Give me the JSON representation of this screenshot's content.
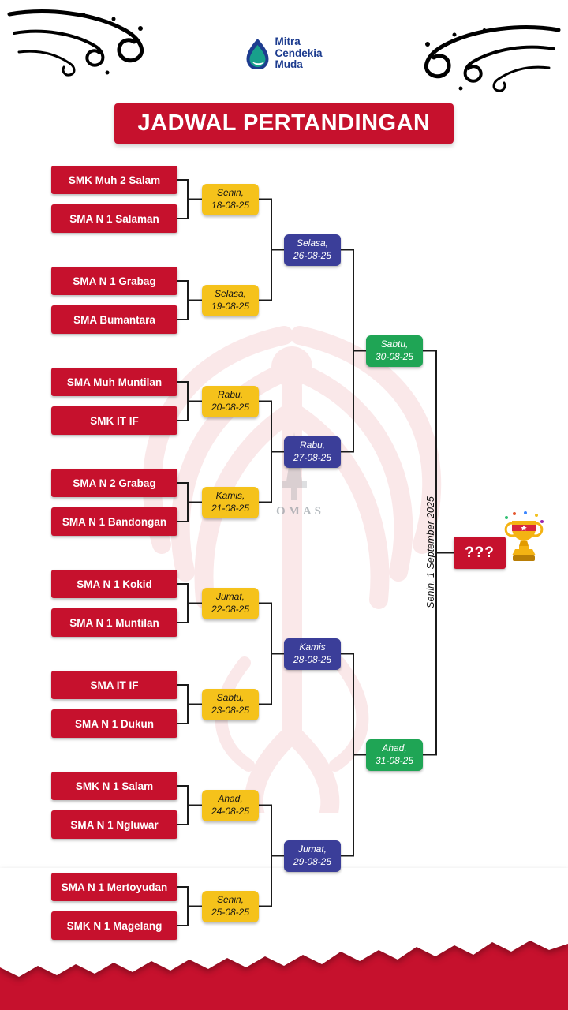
{
  "logo": {
    "line1": "Mitra",
    "line2": "Cendekia",
    "line3": "Muda"
  },
  "title": "JADWAL PERTANDINGAN",
  "rounds": {
    "round1": [
      {
        "team_a": "SMK Muh 2 Salam",
        "team_b": "SMA N 1 Salaman",
        "day": "Senin,",
        "date": "18-08-25"
      },
      {
        "team_a": "SMA N 1 Grabag",
        "team_b": "SMA Bumantara",
        "day": "Selasa,",
        "date": "19-08-25"
      },
      {
        "team_a": "SMA Muh Muntilan",
        "team_b": "SMK IT IF",
        "day": "Rabu,",
        "date": "20-08-25"
      },
      {
        "team_a": "SMA N 2 Grabag",
        "team_b": "SMA N 1 Bandongan",
        "day": "Kamis,",
        "date": "21-08-25"
      },
      {
        "team_a": "SMA N 1 Kokid",
        "team_b": "SMA N 1 Muntilan",
        "day": "Jumat,",
        "date": "22-08-25"
      },
      {
        "team_a": "SMA IT IF",
        "team_b": "SMA N 1 Dukun",
        "day": "Sabtu,",
        "date": "23-08-25"
      },
      {
        "team_a": "SMK N 1 Salam",
        "team_b": "SMA N 1 Ngluwar",
        "day": "Ahad,",
        "date": "24-08-25"
      },
      {
        "team_a": "SMA N 1 Mertoyudan",
        "team_b": "SMK N 1 Magelang",
        "day": "Senin,",
        "date": "25-08-25"
      }
    ],
    "round2": [
      {
        "day": "Selasa,",
        "date": "26-08-25"
      },
      {
        "day": "Rabu,",
        "date": "27-08-25"
      },
      {
        "day": "Kamis",
        "date": "28-08-25"
      },
      {
        "day": "Jumat,",
        "date": "29-08-25"
      }
    ],
    "semifinal": [
      {
        "day": "Sabtu,",
        "date": "30-08-25"
      },
      {
        "day": "Ahad,",
        "date": "31-08-25"
      }
    ],
    "final": {
      "placeholder": "???",
      "date": "Senin, 1 September 2025"
    }
  },
  "watermark_text": "OMAS",
  "colors": {
    "red": "#C6112D",
    "yellow": "#F5C21B",
    "blue": "#3B3E99",
    "green": "#1FA555",
    "line": "#1B1B1B",
    "logo_blue": "#1D3C8F",
    "trophy_gold": "#F4B313"
  }
}
